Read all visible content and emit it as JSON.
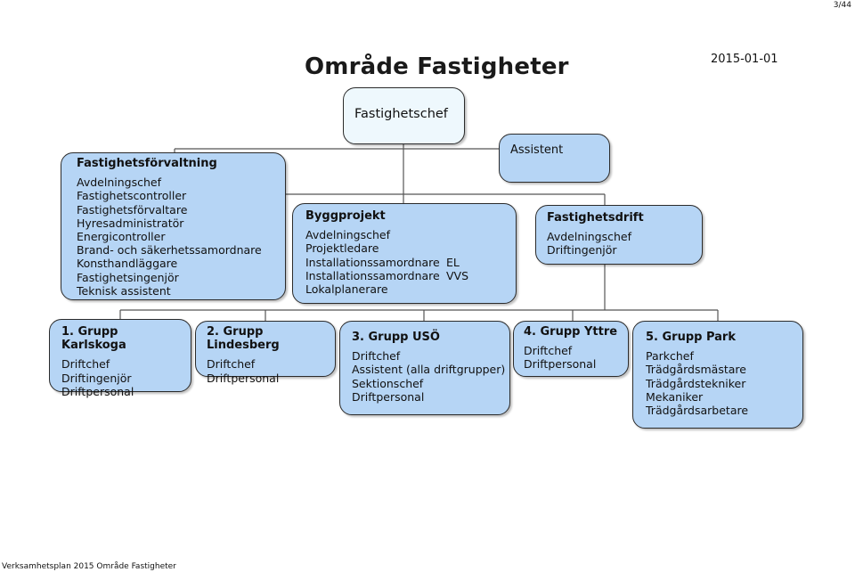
{
  "page_number": "3/44",
  "title": "Område Fastigheter",
  "date": "2015-01-01",
  "footer": "Verksamhetsplan 2015 Område Fastigheter",
  "top": {
    "label": "Fastighetschef"
  },
  "assistant": {
    "label": "Assistent"
  },
  "forvaltning": {
    "heading": "Fastighetsförvaltning",
    "items": [
      "Avdelningschef",
      "Fastighetscontroller",
      "Fastighetsförvaltare",
      "Hyresadministratör",
      "Energicontroller",
      "Brand- och säkerhetssamordnare",
      "Konsthandläggare",
      "Fastighetsingenjör",
      "Teknisk assistent"
    ]
  },
  "byggprojekt": {
    "heading": "Byggprojekt",
    "items": [
      "Avdelningschef",
      "Projektledare"
    ],
    "samordnare": [
      {
        "role": "Installationssamordnare",
        "area": "EL"
      },
      {
        "role": "Installationssamordnare",
        "area": "VVS"
      }
    ],
    "last": "Lokalplanerare"
  },
  "drift": {
    "heading": "Fastighetsdrift",
    "items": [
      "Avdelningschef",
      "Driftingenjör"
    ]
  },
  "groups": [
    {
      "heading": "1. Grupp Karlskoga",
      "items": [
        "Driftchef",
        "Driftingenjör",
        "Driftpersonal"
      ]
    },
    {
      "heading": "2. Grupp Lindesberg",
      "items": [
        "Driftchef",
        "Driftpersonal"
      ]
    },
    {
      "heading": "3. Grupp USÖ",
      "items": [
        "Driftchef",
        "Assistent (alla driftgrupper)",
        "Sektionschef",
        "Driftpersonal"
      ]
    },
    {
      "heading": "4. Grupp Yttre",
      "items": [
        "Driftchef",
        "Driftpersonal"
      ]
    },
    {
      "heading": "5. Grupp Park",
      "items": [
        "Parkchef",
        "Trädgårdsmästare",
        "Trädgårdstekniker",
        "Mekaniker",
        "Trädgårdsarbetare"
      ]
    }
  ],
  "colors": {
    "box_fill": "#b6d5f5",
    "top_fill": "#eef8fd",
    "border": "#2b2b2b"
  }
}
